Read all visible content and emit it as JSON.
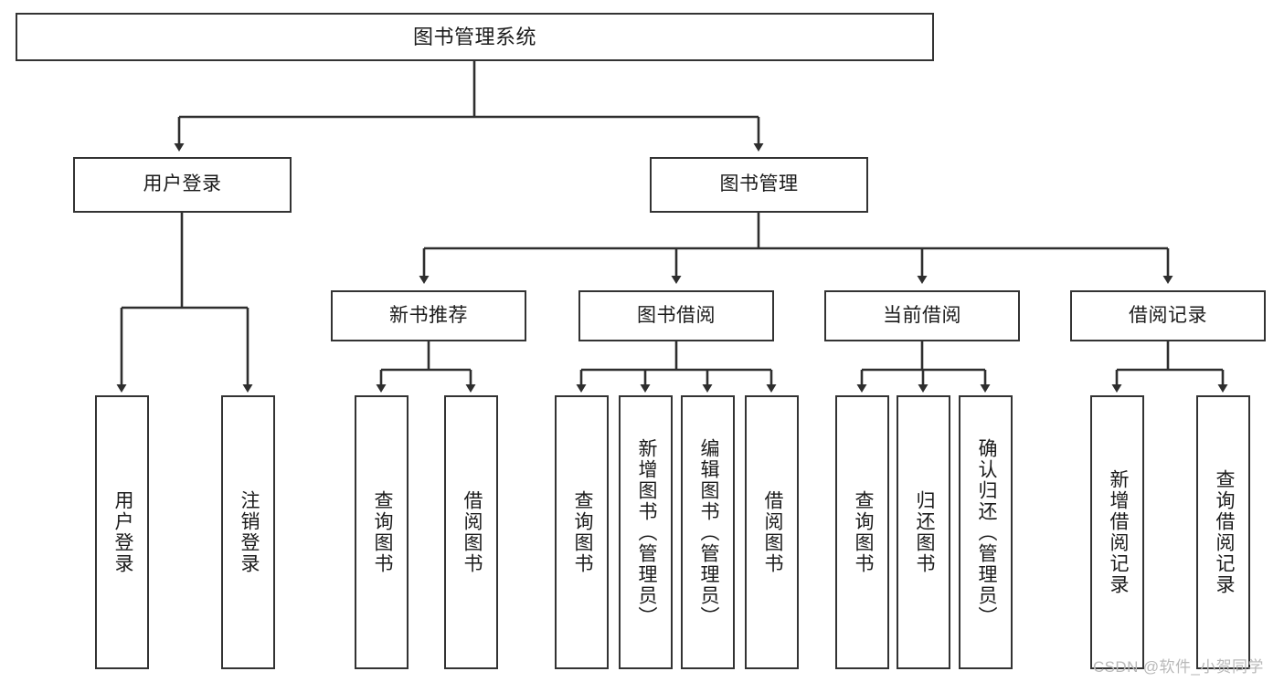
{
  "diagram": {
    "type": "tree",
    "title": "图书管理系统",
    "orientation": "top-down",
    "stroke_color": "#333333",
    "box_fill": "#ffffff",
    "text_color": "#1b1b1b"
  },
  "nodes": {
    "root": {
      "label": "图书管理系统",
      "level": 0
    },
    "level1": [
      {
        "id": "user-login",
        "label": "用户登录"
      },
      {
        "id": "book-manage",
        "label": "图书管理"
      }
    ],
    "level2": [
      {
        "id": "new-book-recommend",
        "label": "新书推荐",
        "parent": "book-manage"
      },
      {
        "id": "book-borrow",
        "label": "图书借阅",
        "parent": "book-manage"
      },
      {
        "id": "current-borrow",
        "label": "当前借阅",
        "parent": "book-manage"
      },
      {
        "id": "borrow-record",
        "label": "借阅记录",
        "parent": "book-manage"
      }
    ],
    "leaves": [
      {
        "id": "leaf-user-login",
        "label": "用户登录",
        "parent": "user-login"
      },
      {
        "id": "leaf-logout",
        "label": "注销登录",
        "parent": "user-login"
      },
      {
        "id": "leaf-query-book-1",
        "label": "查询图书",
        "parent": "new-book-recommend"
      },
      {
        "id": "leaf-borrow-book-1",
        "label": "借阅图书",
        "parent": "new-book-recommend"
      },
      {
        "id": "leaf-query-book-2",
        "label": "查询图书",
        "parent": "book-borrow"
      },
      {
        "id": "leaf-add-book",
        "label": "新增图书（管理员）",
        "parent": "book-borrow"
      },
      {
        "id": "leaf-edit-book",
        "label": "编辑图书（管理员）",
        "parent": "book-borrow"
      },
      {
        "id": "leaf-borrow-book-2",
        "label": "借阅图书",
        "parent": "book-borrow"
      },
      {
        "id": "leaf-query-book-3",
        "label": "查询图书",
        "parent": "current-borrow"
      },
      {
        "id": "leaf-return-book",
        "label": "归还图书",
        "parent": "current-borrow"
      },
      {
        "id": "leaf-confirm-return",
        "label": "确认归还（管理员）",
        "parent": "current-borrow"
      },
      {
        "id": "leaf-add-record",
        "label": "新增借阅记录",
        "parent": "borrow-record"
      },
      {
        "id": "leaf-query-record",
        "label": "查询借阅记录",
        "parent": "borrow-record"
      }
    ]
  },
  "watermark": {
    "text": "CSDN @软件_小贺同学"
  }
}
